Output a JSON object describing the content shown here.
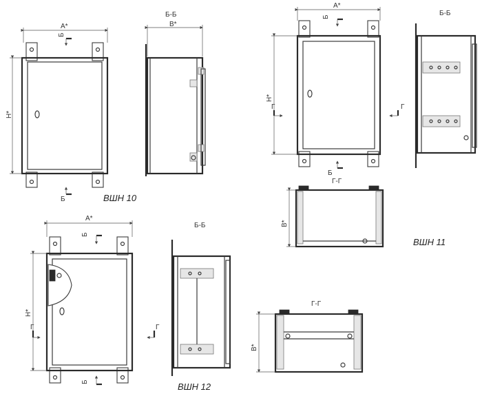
{
  "drawings": {
    "vsh10": {
      "title": "ВШН 10",
      "dim_width": "A*",
      "dim_height": "H*",
      "dim_depth": "B*",
      "section_mark": "Б",
      "section_title": "Б-Б"
    },
    "vsh11": {
      "title": "ВШН 11",
      "dim_width": "A*",
      "dim_height": "H*",
      "dim_depth": "B*",
      "section_mark_b": "Б",
      "section_mark_g": "Г",
      "section_title_b": "Б-Б",
      "section_title_g": "Г-Г"
    },
    "vsh12": {
      "title": "ВШН 12",
      "dim_width": "A*",
      "dim_height": "H*",
      "dim_depth": "B*",
      "section_mark_b": "Б",
      "section_mark_g": "Г",
      "section_title_b": "Б-Б",
      "section_title_g": "Г-Г"
    }
  }
}
